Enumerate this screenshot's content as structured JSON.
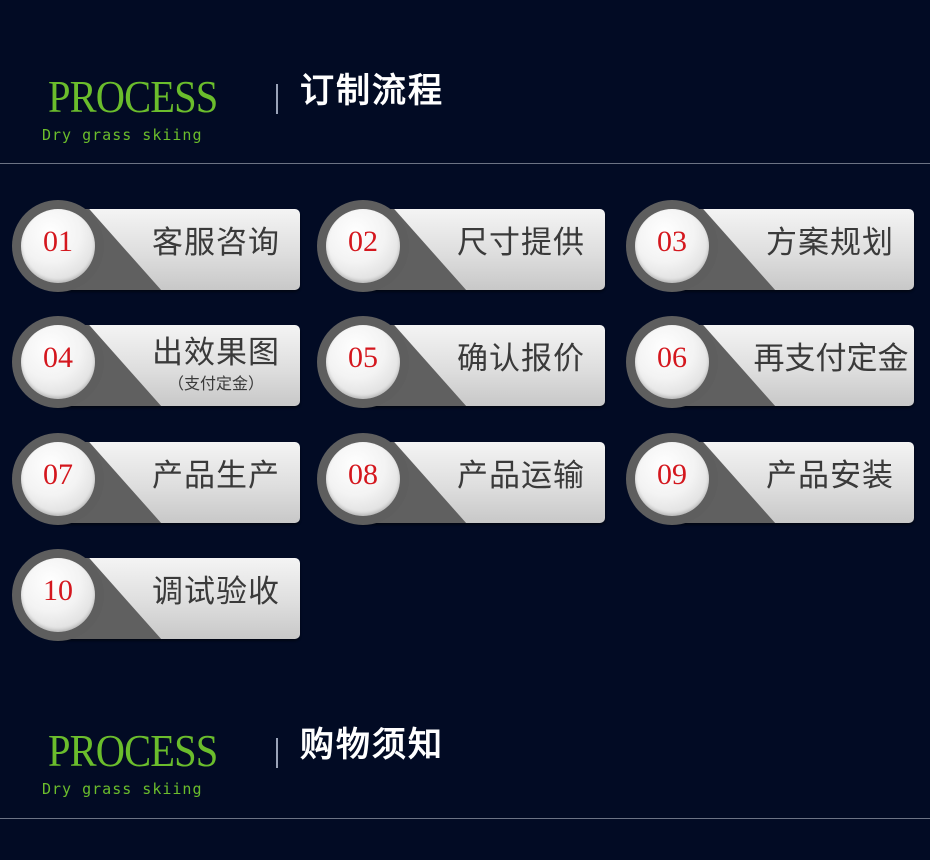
{
  "sections": [
    {
      "process_word": "PROCESS",
      "subtitle": "Dry grass skiing",
      "title": "订制流程"
    },
    {
      "process_word": "PROCESS",
      "subtitle": "Dry grass skiing",
      "title": "购物须知"
    }
  ],
  "steps": [
    {
      "num": "01",
      "label": "客服咨询"
    },
    {
      "num": "02",
      "label": "尺寸提供"
    },
    {
      "num": "03",
      "label": "方案规划"
    },
    {
      "num": "04",
      "label": "出效果图",
      "sub": "（支付定金）"
    },
    {
      "num": "05",
      "label": "确认报价"
    },
    {
      "num": "06",
      "label": "再支付定金"
    },
    {
      "num": "07",
      "label": "产品生产"
    },
    {
      "num": "08",
      "label": "产品运输"
    },
    {
      "num": "09",
      "label": "产品安装"
    },
    {
      "num": "10",
      "label": "调试验收"
    }
  ],
  "colors": {
    "background": "#020b24",
    "accent_green": "#6bbd2c",
    "number_red": "#d4171e"
  }
}
